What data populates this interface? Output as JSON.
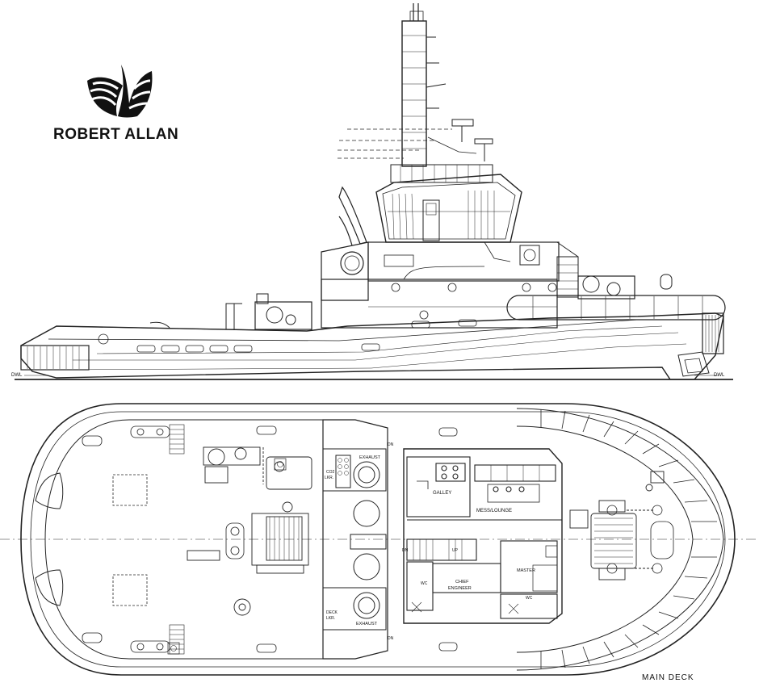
{
  "brand": {
    "name": "ROBERT ALLAN",
    "logo_icon": "robert-allan-striped-logo-icon"
  },
  "profile": {
    "waterline_label_left": "DWL",
    "waterline_label_right": "DWL"
  },
  "plan": {
    "title": "MAIN DECK",
    "compartments": {
      "exhaust_top": "EXHAUST",
      "exhaust_bottom": "EXHAUST",
      "co2_locker": [
        "CO2",
        "LKR."
      ],
      "deck_locker": [
        "DECK",
        "LKR."
      ],
      "galley": "GALLEY",
      "mess_lounge": "MESS/LOUNGE",
      "chief_engineer": [
        "CHIEF",
        "ENGINEER"
      ],
      "master": "MASTER",
      "wc_1": "WC",
      "wc_2": "WC",
      "dn_1": "DN",
      "dn_2": "DN",
      "dn_3": "DN",
      "up": "UP"
    }
  }
}
